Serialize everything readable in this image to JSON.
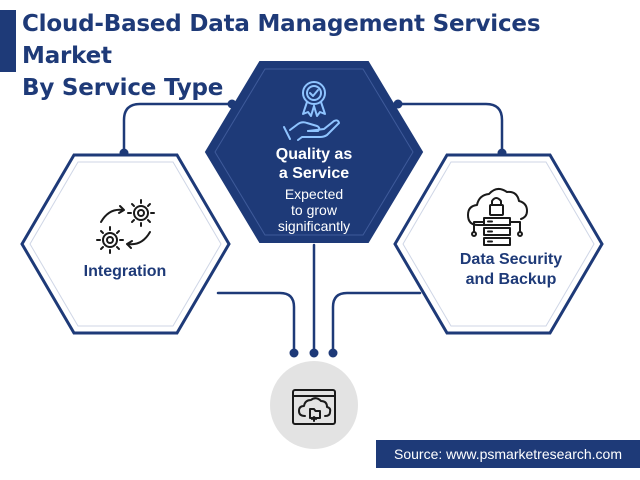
{
  "title": {
    "line1": "Cloud-Based Data Management Services Market",
    "line2": "By Service Type"
  },
  "services": {
    "center": {
      "label_line1": "Quality as",
      "label_line2": "a Service",
      "note_line1": "Expected",
      "note_line2": "to grow",
      "note_line3": "significantly",
      "icon": "quality-badge-hand-icon"
    },
    "left": {
      "label": "Integration",
      "icon": "gears-cycle-icon"
    },
    "right": {
      "label_line1": "Data Security",
      "label_line2": "and Backup",
      "icon": "cloud-lock-server-icon"
    }
  },
  "hub_icon": "cloud-folder-icon",
  "source": "Source: www.psmarketresearch.com",
  "colors": {
    "navy": "#1e3a78",
    "hexagon_border": "#1e3a78",
    "hub_fill": "#e3e3e3"
  }
}
